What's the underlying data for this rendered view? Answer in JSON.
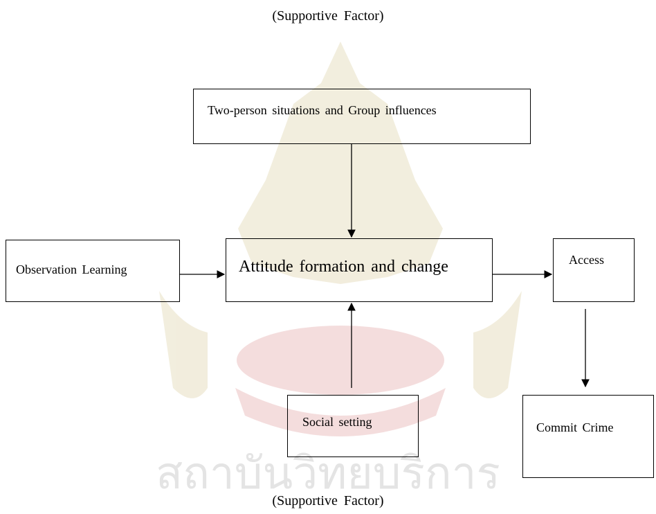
{
  "captions": {
    "top": "(Supportive  Factor)",
    "bottom": "(Supportive  Factor)"
  },
  "boxes": {
    "group_influences": "Two-person situations and  Group  influences",
    "observation_learning": "Observation  Learning",
    "attitude_formation": "Attitude  formation  and  change",
    "access": "Access",
    "social_setting": "Social  setting",
    "commit_crime": "Commit  Crime"
  },
  "watermark": {
    "text": "สถาบันวิทยบริการ",
    "color": "#b8b8b8"
  }
}
